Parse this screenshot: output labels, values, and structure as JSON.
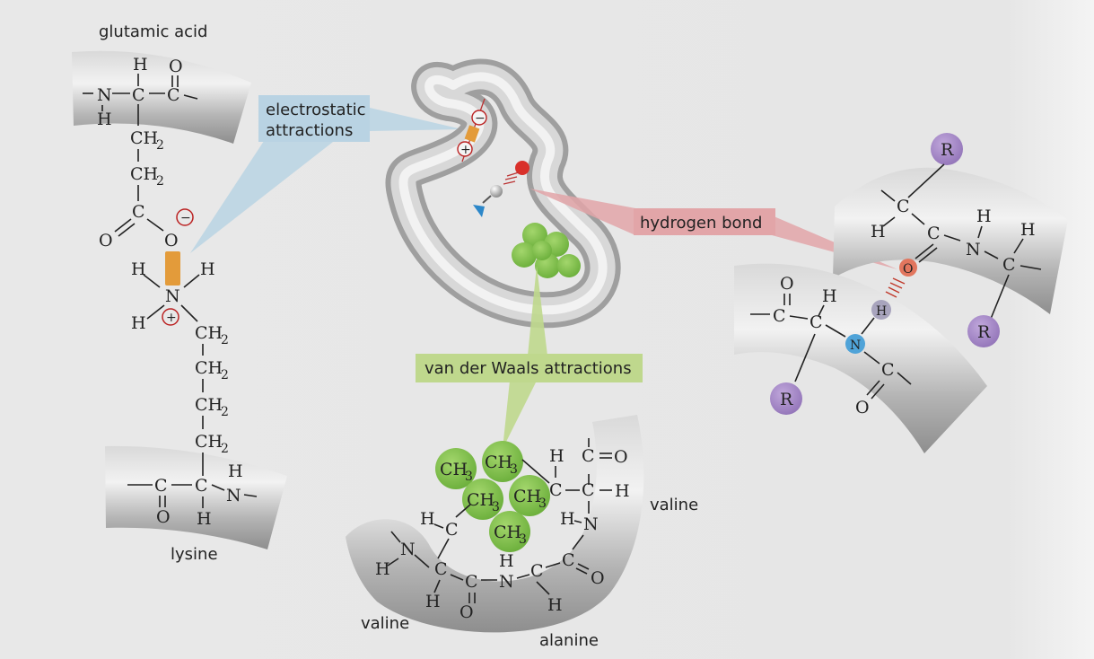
{
  "labels": {
    "glutamic_acid": "glutamic acid",
    "lysine": "lysine",
    "valine_right": "valine",
    "valine_bottom": "valine",
    "alanine": "alanine"
  },
  "callouts": {
    "electrostatic_line1": "electrostatic",
    "electrostatic_line2": "attractions",
    "hydrogen_bond": "hydrogen bond",
    "van_der_waals": "van der Waals attractions"
  },
  "atoms": {
    "H": "H",
    "O": "O",
    "N": "N",
    "C": "C",
    "R": "R",
    "CH": "CH",
    "sub2": "2",
    "sub3": "3",
    "minus": "−",
    "plus": "+"
  },
  "colors": {
    "backbone": "#a8a8a8",
    "electrostatic_box": "#b9d3e3",
    "hbond_box": "#e2a5a8",
    "vdw_box": "#bfd88d",
    "methyl": "#7dbf48",
    "charge_bar": "#e39b3a",
    "r_group": "#a184c0",
    "nitrogen": "#4fa3d8",
    "oxygen": "#e2765e"
  }
}
